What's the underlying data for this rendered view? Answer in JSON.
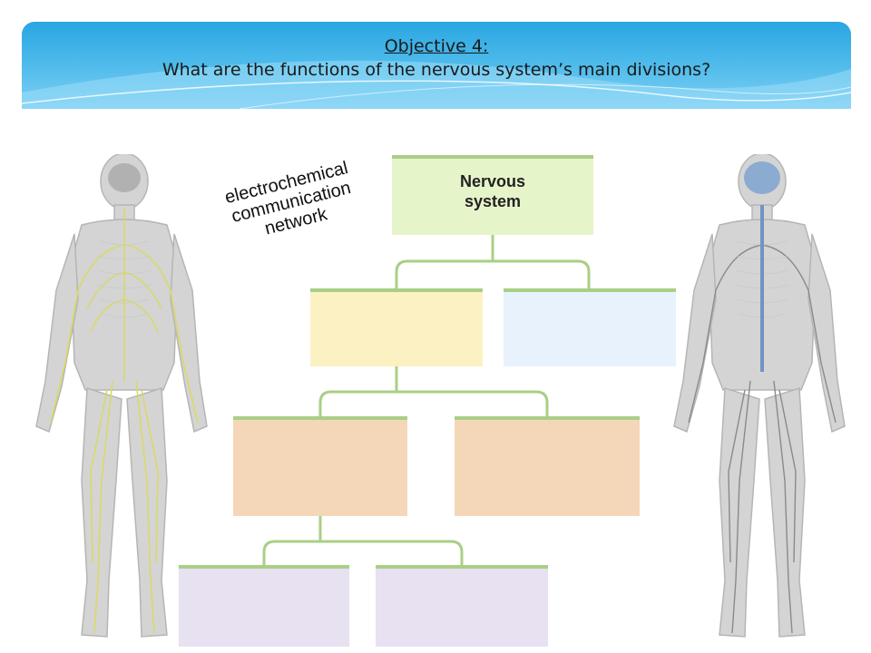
{
  "banner": {
    "objective": "Objective 4:",
    "question": "What are the functions of the nervous system’s main divisions?",
    "gradient_top": "#2aa6e2",
    "gradient_bottom": "#7fd0f4"
  },
  "annotation": {
    "lines": [
      "electrochemical",
      "communication",
      "network"
    ]
  },
  "chart": {
    "root": {
      "label_line1": "Nervous",
      "label_line2": "system",
      "color": "#e6f4c9"
    },
    "level1_colors": [
      "#fcf1c3",
      "#e8f2fd"
    ],
    "level2_colors": [
      "#f4d7b8",
      "#f4d7b8"
    ],
    "level3_colors": [
      "#e7e1f2",
      "#e7e1f2"
    ],
    "connector_color": "#a9cf86"
  },
  "figures": {
    "left_nerve_color": "#d9d96a",
    "right_nerve_color": "#6f94c4",
    "body_color": "#c8c8c8"
  }
}
